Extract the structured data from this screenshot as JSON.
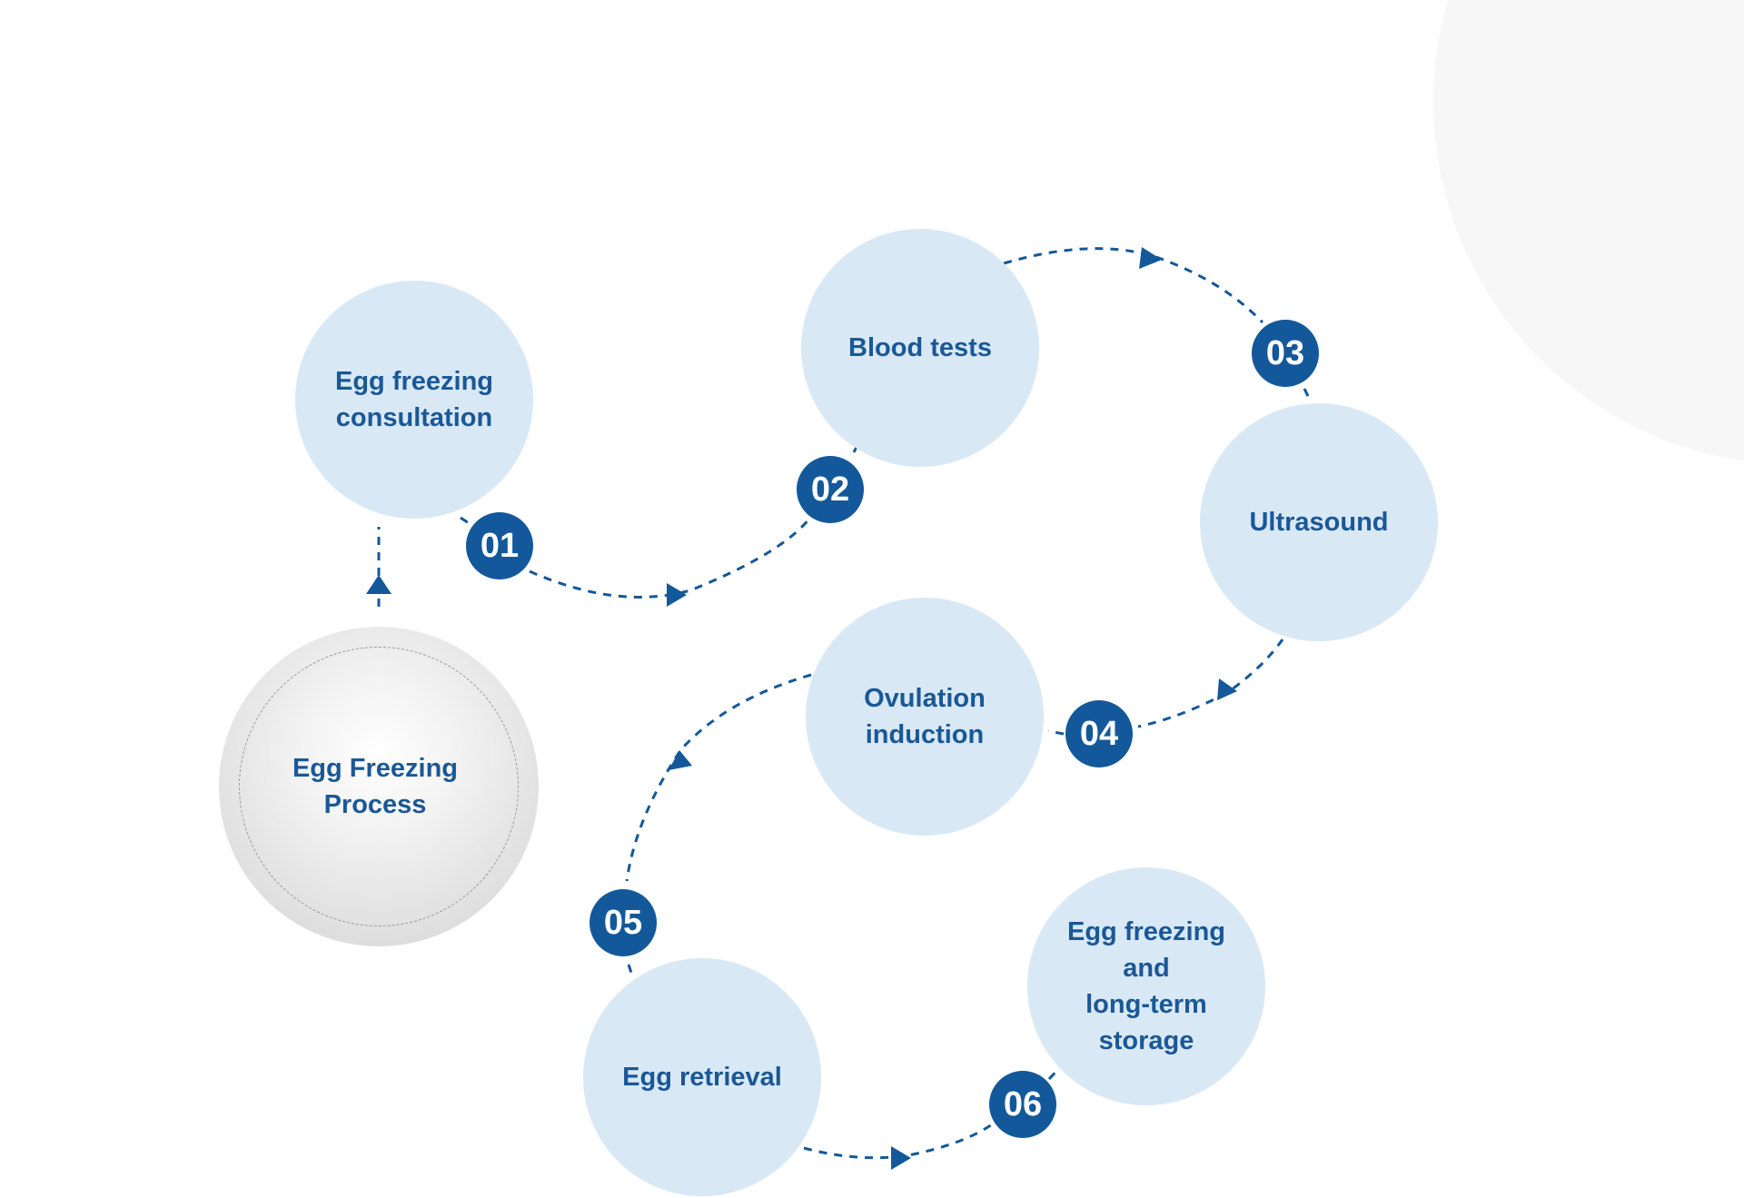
{
  "process_title": "Egg Freezing\nProcess",
  "steps": [
    {
      "number": "01",
      "label": "Egg freezing\nconsultation"
    },
    {
      "number": "02",
      "label": "Blood tests"
    },
    {
      "number": "03",
      "label": "Ultrasound"
    },
    {
      "number": "04",
      "label": "Ovulation\ninduction"
    },
    {
      "number": "05",
      "label": "Egg retrieval"
    },
    {
      "number": "06",
      "label": "Egg freezing\nand\nlong-term\nstorage"
    }
  ],
  "colors": {
    "step_fill": "#d9e8f5",
    "accent": "#13589a",
    "text": "#1a5896",
    "background": "#ffffff"
  }
}
